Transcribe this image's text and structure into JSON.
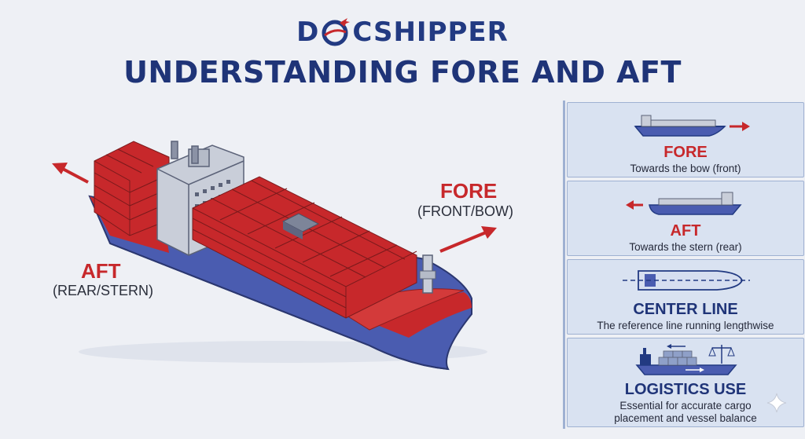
{
  "brand": {
    "prefix": "D",
    "suffix": "CSHIPPER"
  },
  "headline": "UNDERSTANDING FORE AND AFT",
  "diagram": {
    "fore_title": "FORE",
    "fore_subtitle": "(FRONT/BOW)",
    "aft_title": "AFT",
    "aft_subtitle": "(REAR/STERN)"
  },
  "cards": [
    {
      "title": "FORE",
      "description": "Towards the bow (front)",
      "icon": "ship-arrow-right-icon"
    },
    {
      "title": "AFT",
      "description": "Towards the stern (rear)",
      "icon": "ship-arrow-left-icon"
    },
    {
      "title": "CENTER LINE",
      "description": "The reference line running lengthwise",
      "icon": "ship-top-view-centerline-icon"
    },
    {
      "title": "LOGISTICS USE",
      "description_line1": "Essential for accurate cargo",
      "description_line2": "placement and vessel balance",
      "icon": "cargo-ship-balance-icon"
    }
  ],
  "colors": {
    "navy": "#223a82",
    "hull_blue": "#4a5cb0",
    "hull_red": "#c7282b",
    "panel_bg": "#d9e2f1"
  }
}
